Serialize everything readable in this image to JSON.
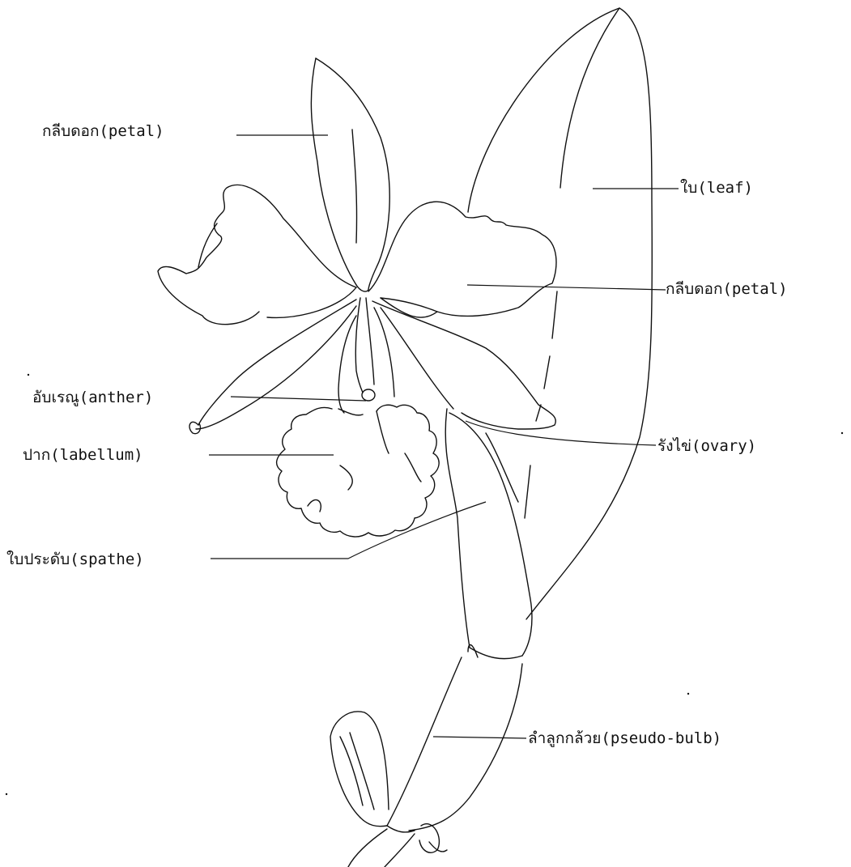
{
  "labels": {
    "petal_left": "กลีบดอก(petal)",
    "leaf": "ใบ(leaf)",
    "petal_right": "กลีบดอก(petal)",
    "anther": "อับเรณู(anther)",
    "ovary": "รังไข่(ovary)",
    "labellum": "ปาก(labellum)",
    "spathe": "ใบประดับ(spathe)",
    "pseudo_bulb": "ลำลูกกล้วย(pseudo-bulb)"
  },
  "colors": {
    "ink": "#111111",
    "background": "#ffffff"
  }
}
